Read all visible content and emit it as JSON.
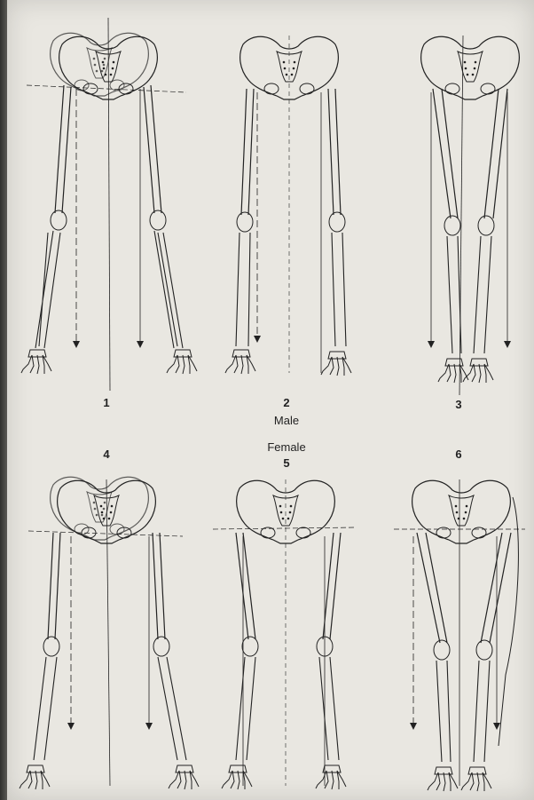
{
  "captions": {
    "male": "Male",
    "female": "Female"
  },
  "figures": [
    {
      "label": "1",
      "group": "male"
    },
    {
      "label": "2",
      "group": "male"
    },
    {
      "label": "3",
      "group": "male"
    },
    {
      "label": "4",
      "group": "female"
    },
    {
      "label": "5",
      "group": "female"
    },
    {
      "label": "6",
      "group": "female"
    }
  ],
  "colors": {
    "paper": "#e9e7e1",
    "ink": "#222222",
    "shadow": "#3a3a38"
  }
}
